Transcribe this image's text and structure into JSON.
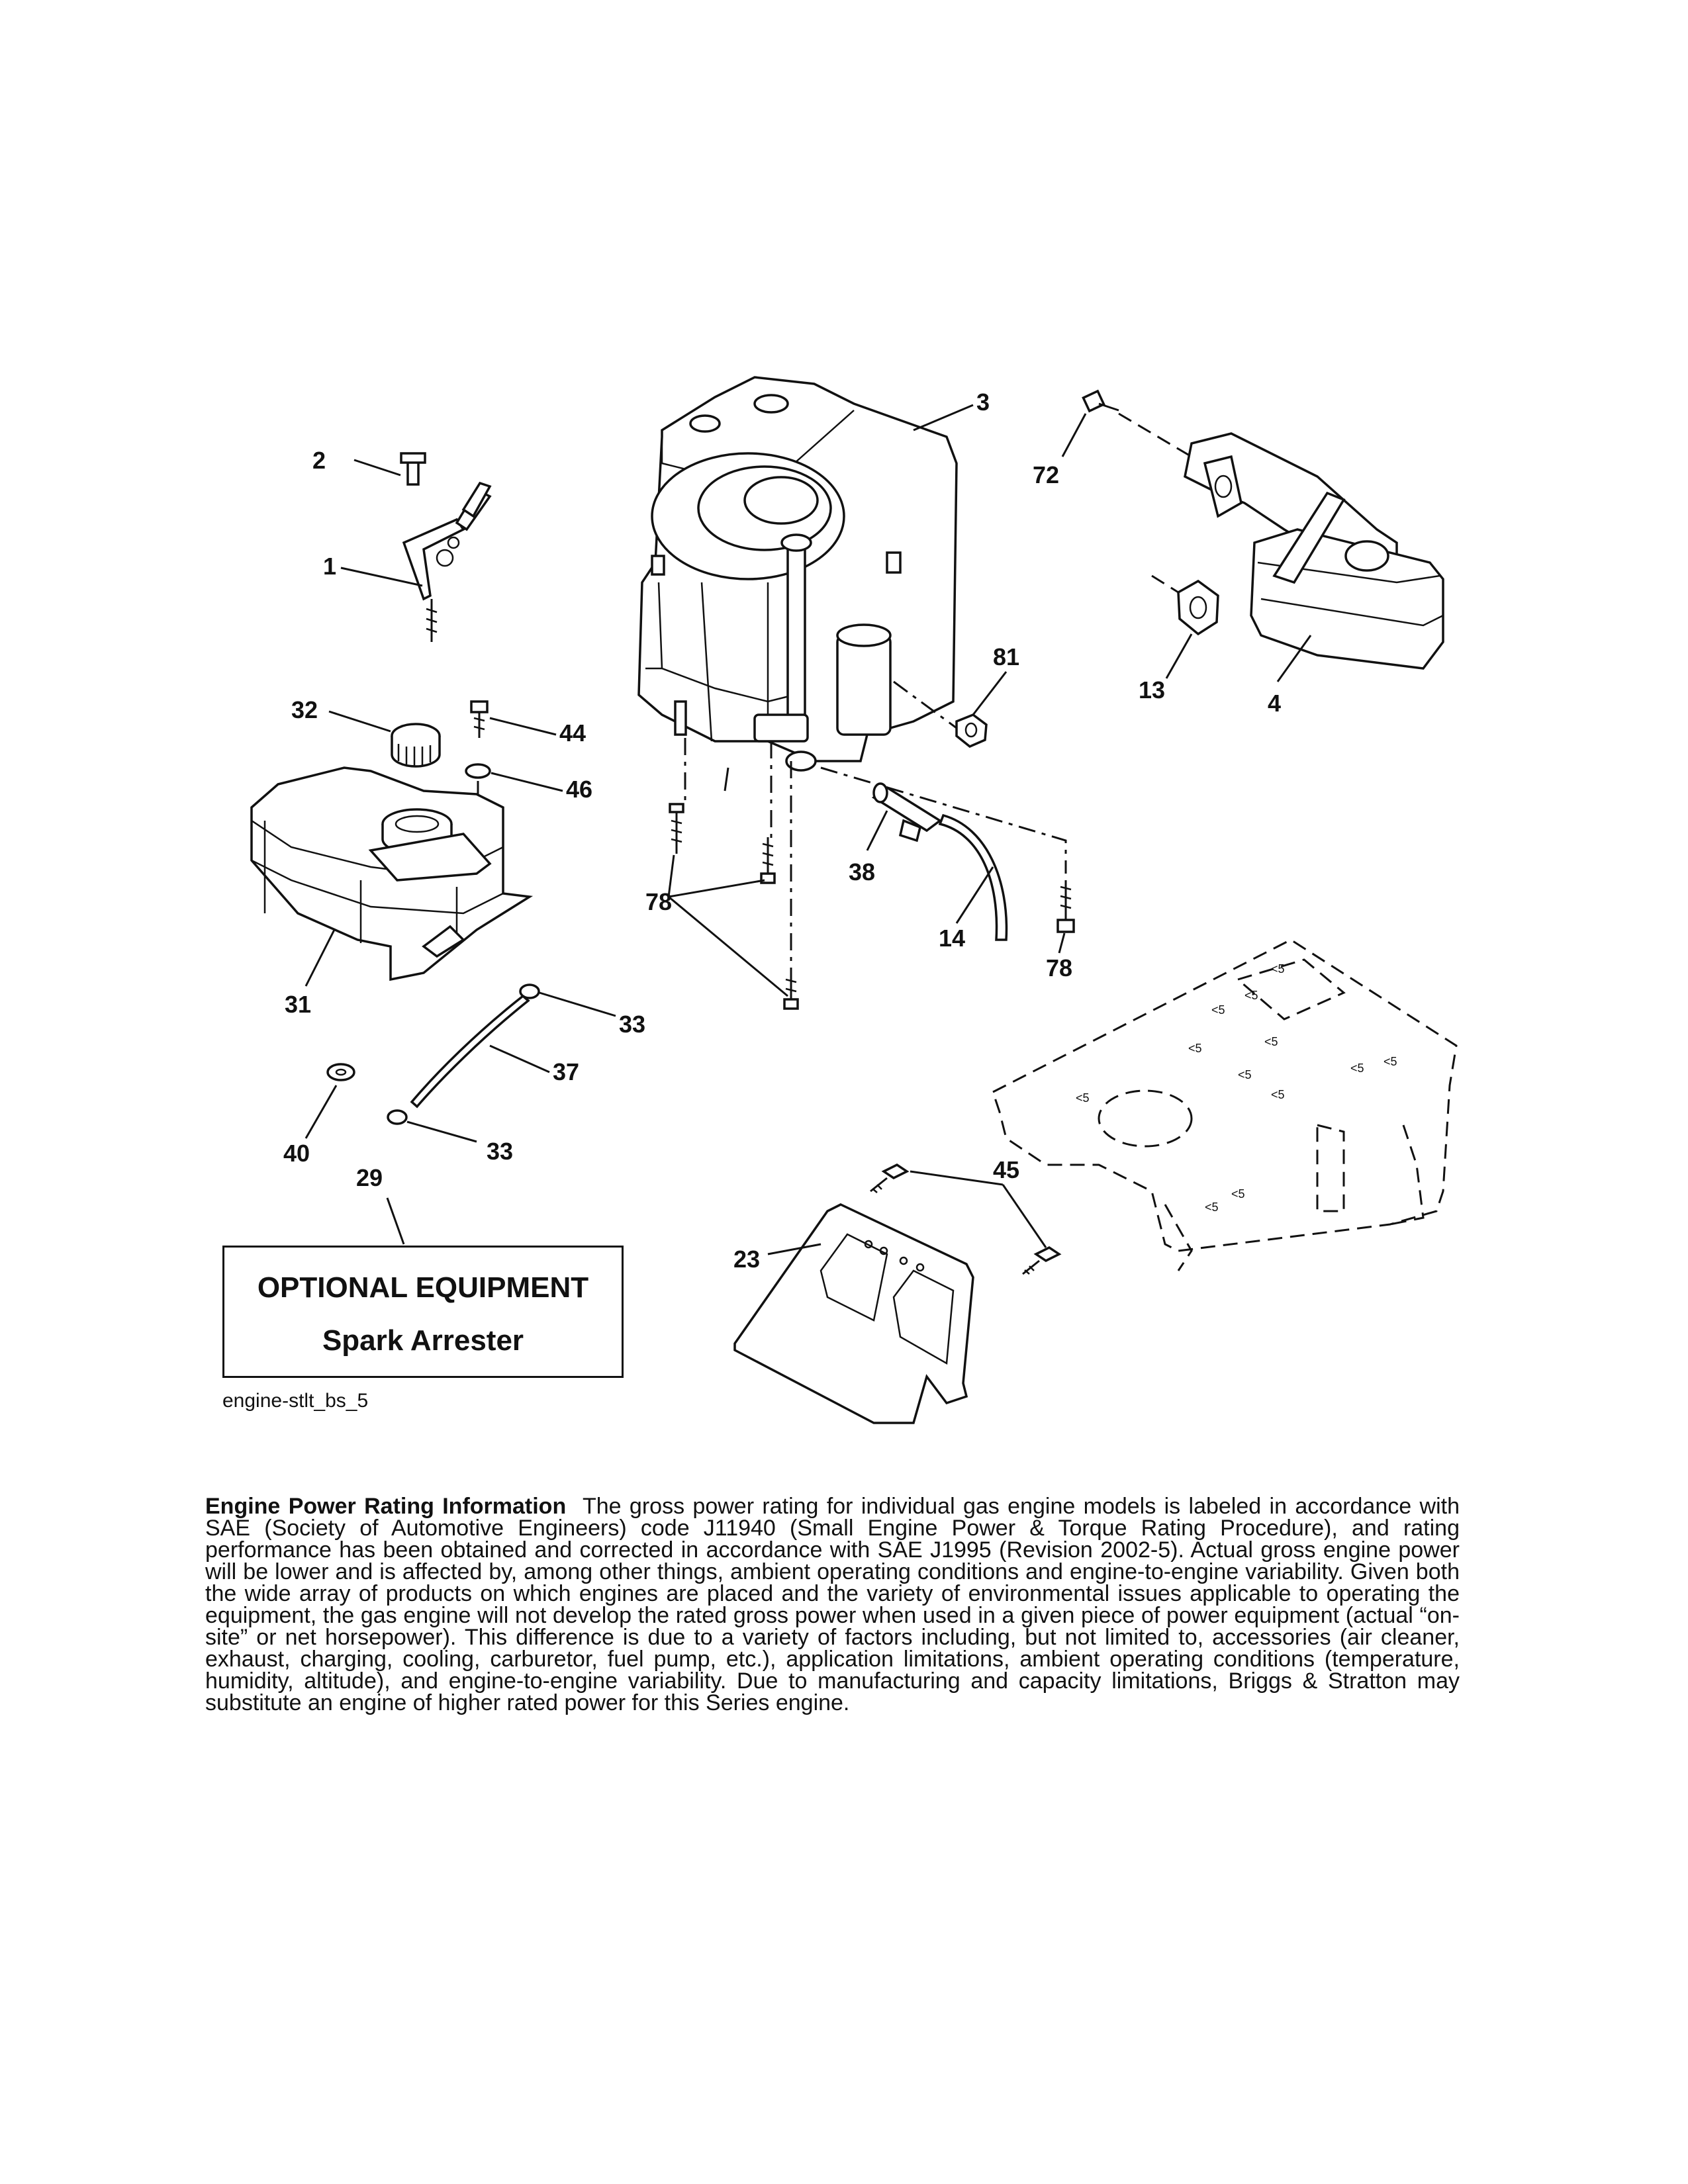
{
  "diagram": {
    "callouts": {
      "c1": "1",
      "c2": "2",
      "c3": "3",
      "c4": "4",
      "c13": "13",
      "c14": "14",
      "c23": "23",
      "c29": "29",
      "c31": "31",
      "c32": "32",
      "c33a": "33",
      "c33b": "33",
      "c37": "37",
      "c38": "38",
      "c40": "40",
      "c44": "44",
      "c45": "45",
      "c46": "46",
      "c72": "72",
      "c78a": "78",
      "c78b": "78",
      "c81": "81"
    },
    "optional_equipment": {
      "title": "OPTIONAL EQUIPMENT",
      "item": "Spark Arrester"
    },
    "diagram_code": "engine-stlt_bs_5"
  },
  "info": {
    "heading": "Engine Power Rating Information",
    "body": "The gross power rating for individual gas engine models is labeled in accordance with SAE (Society of Automotive Engineers) code J11940 (Small Engine Power & Torque Rating Procedure), and rating performance has been obtained and corrected in accordance with SAE J1995 (Revision 2002-5). Actual gross engine power will be lower and is affected by, among other things, ambient operating conditions and engine-to-engine variability. Given both the wide array of products on which engines are placed and the variety of environmental issues applicable to operating the equipment, the gas engine will not develop the rated gross power when used in a given piece of power equipment (actual “on-site” or net horsepower). This difference is due to a variety of factors including, but not limited to, accessories (air cleaner, exhaust, charging, cooling, carburetor, fuel pump, etc.), application limitations, ambient operating conditions (temperature, humidity, altitude), and engine-to-engine variability. Due to manufacturing and capacity limitations, Briggs & Stratton may substitute an engine of higher rated power for this Series engine."
  }
}
